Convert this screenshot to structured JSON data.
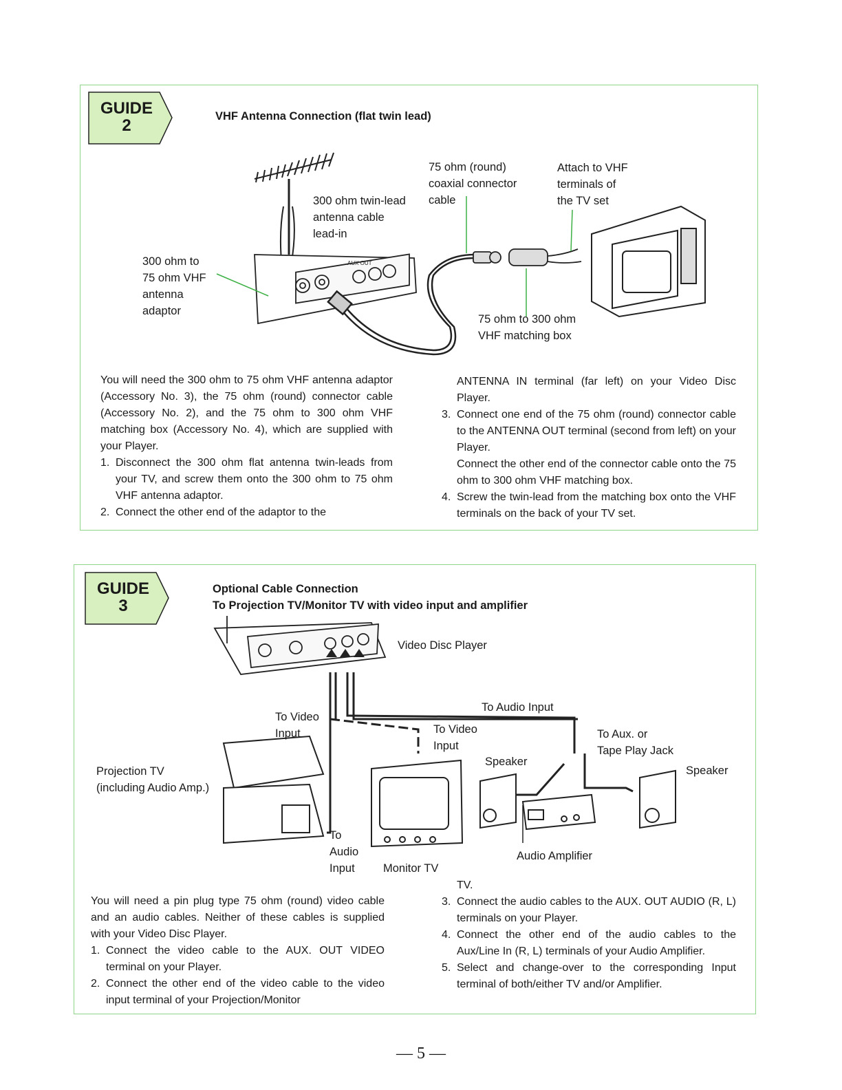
{
  "guide2": {
    "tag_word": "GUIDE",
    "tag_number": "2",
    "title": "VHF Antenna Connection (flat twin lead)",
    "labels": {
      "cable_300": "300 ohm twin-lead\nantenna cable\nlead-in",
      "adaptor": "300 ohm to\n75 ohm VHF\nantenna\nadaptor",
      "coax": "75 ohm (round)\ncoaxial connector\ncable",
      "attach": "Attach to VHF\nterminals of\nthe TV set",
      "matching_box": "75 ohm to 300 ohm\nVHF matching box"
    },
    "intro": "You will need the 300 ohm to 75 ohm VHF antenna adaptor (Accessory No. 3), the 75 ohm (round) connector cable (Accessory No. 2), and the 75 ohm to 300 ohm VHF matching box (Accessory No. 4), which are supplied with your Player.",
    "steps": [
      {
        "n": "1.",
        "text": "Disconnect the 300 ohm flat antenna twin-leads from your TV, and screw them onto the 300 ohm to 75 ohm VHF antenna adaptor."
      },
      {
        "n": "2.",
        "text": "Connect the other end of the adaptor to the"
      }
    ],
    "step2_cont": "ANTENNA IN terminal (far left) on your Video Disc Player.",
    "steps_right": [
      {
        "n": "3.",
        "text": "Connect one end of the 75 ohm (round) connector cable to the ANTENNA OUT terminal (second from left) on your Player."
      },
      {
        "n": "4.",
        "text": "Screw the twin-lead from the matching box onto the VHF terminals on the back of your TV set."
      }
    ],
    "step3_extra": "Connect the other end of the connector cable onto the 75 ohm to 300 ohm VHF matching box."
  },
  "guide3": {
    "tag_word": "GUIDE",
    "tag_number": "3",
    "title_line1": "Optional Cable Connection",
    "title_line2": "To Projection TV/Monitor TV with video input and amplifier",
    "labels": {
      "video_disc_player": "Video Disc Player",
      "to_audio_input_top": "To Audio Input",
      "to_video_input_left": "To Video\nInput",
      "to_video_input_mid": "To Video\nInput",
      "to_aux": "To Aux. or\nTape Play Jack",
      "speaker_left": "Speaker",
      "speaker_right": "Speaker",
      "projection_tv": "Projection TV\n(including Audio Amp.)",
      "to_audio_input_bottom": "To\nAudio\nInput",
      "monitor_tv": "Monitor TV",
      "audio_amplifier": "Audio Amplifier"
    },
    "intro": "You will need a pin plug type 75 ohm (round) video cable and an audio cables. Neither of these cables is supplied with your Video Disc Player.",
    "steps": [
      {
        "n": "1.",
        "text": "Connect the video cable to the AUX. OUT VIDEO terminal on your Player."
      },
      {
        "n": "2.",
        "text": "Connect the other end of the video cable to the video input terminal of your Projection/Monitor"
      }
    ],
    "step2_cont": "TV.",
    "steps_right": [
      {
        "n": "3.",
        "text": "Connect the audio cables to the AUX. OUT AUDIO (R, L) terminals on your Player."
      },
      {
        "n": "4.",
        "text": "Connect the other end of the audio cables to the Aux/Line In (R, L) terminals of your Audio Amplifier."
      },
      {
        "n": "5.",
        "text": "Select and change-over to the corresponding Input terminal of both/either TV and/or Amplifier."
      }
    ]
  },
  "page_number": "— 5 —",
  "colors": {
    "panel_border": "#8fd58a",
    "tag_fill": "#d8f0bf",
    "leader_green": "#3cb043"
  }
}
